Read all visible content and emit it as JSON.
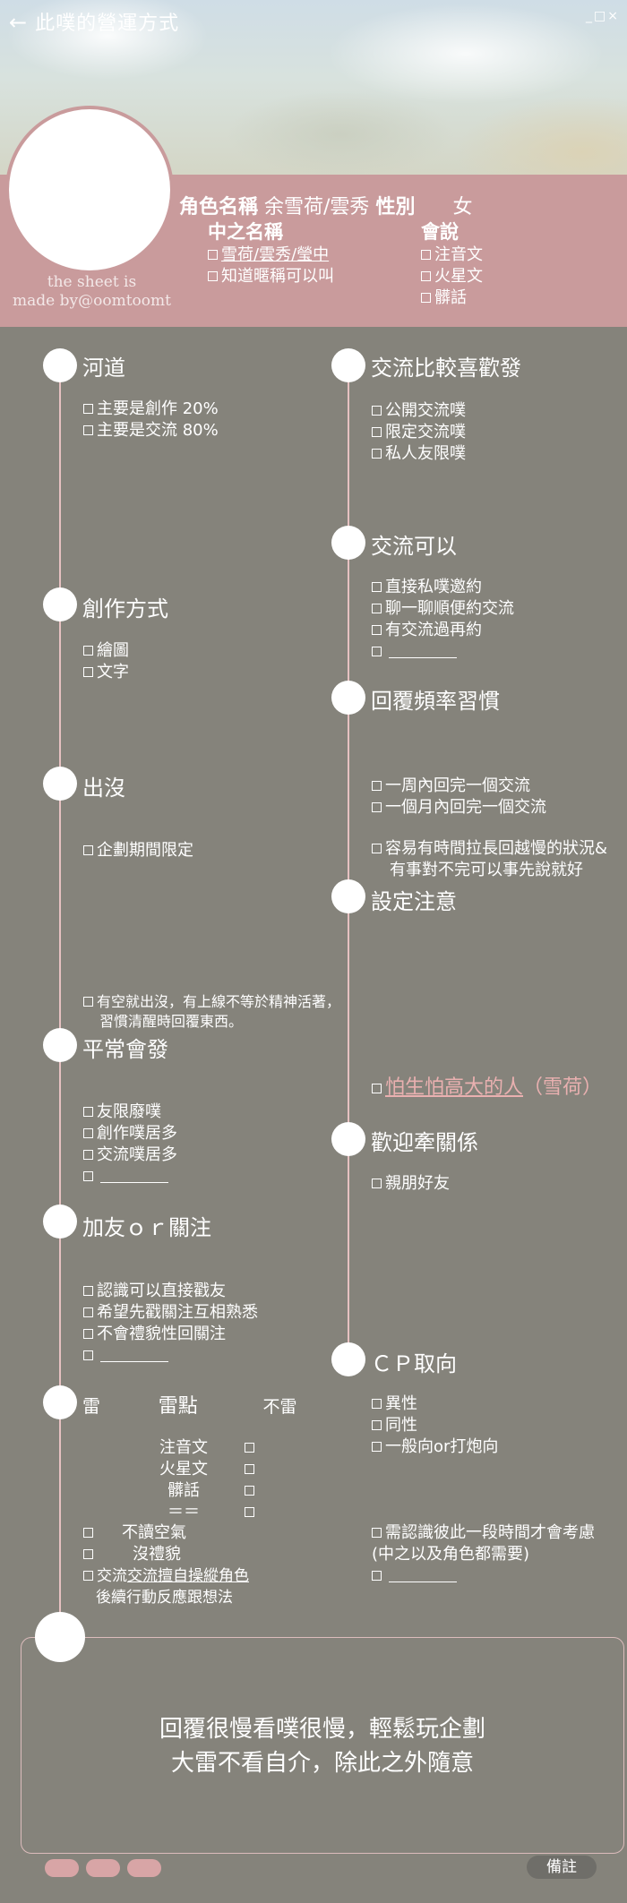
{
  "window": {
    "back_arrow": "←",
    "title": "此噗的營運方式",
    "controls": "_□×"
  },
  "profile": {
    "credit_line1": "the sheet is",
    "credit_line2": "made by@oomtoomt",
    "name_label": "角色名稱",
    "name_value": "余雪荷/雲秀",
    "gender_label": "性別",
    "gender_value": "女",
    "nick": {
      "title": "中之名稱",
      "items": [
        "雪荷/雲秀/瑩中",
        "知道暱稱可以叫"
      ]
    },
    "talk": {
      "title": "會說",
      "items": [
        "注音文",
        "火星文",
        "髒話"
      ]
    }
  },
  "left": {
    "river": {
      "title": "河道",
      "items": [
        "主要是創作 20%",
        "主要是交流 80%"
      ]
    },
    "creation": {
      "title": "創作方式",
      "items": [
        "繪圖",
        "文字"
      ]
    },
    "appear": {
      "title": "出沒",
      "items": [
        "企劃期間限定"
      ],
      "extra1": "有空就出沒，有上線不等於精神活著，",
      "extra2": "習慣清醒時回覆東西。"
    },
    "usual": {
      "title": "平常會發",
      "items": [
        "友限廢噗",
        "創作噗居多",
        "交流噗居多"
      ]
    },
    "friend": {
      "title": "加友ｏｒ關注",
      "items": [
        "認識可以直接戳友",
        "希望先戳關注互相熟悉",
        "不會禮貌性回關注"
      ]
    },
    "thunder": {
      "title": "雷",
      "col_mid": "雷點",
      "col_right": "不雷",
      "rows": [
        "注音文",
        "火星文",
        "髒話",
        "＝＝"
      ],
      "items": [
        "不讀空氣",
        "沒禮貌"
      ],
      "last1": "交流擅自操縱角色",
      "last2": "後續行動反應跟想法"
    }
  },
  "right": {
    "prefer": {
      "title": "交流比較喜歡發",
      "items": [
        "公開交流噗",
        "限定交流噗",
        "私人友限噗"
      ]
    },
    "can": {
      "title": "交流可以",
      "items": [
        "直接私噗邀約",
        "聊一聊順便約交流",
        "有交流過再約"
      ]
    },
    "reply": {
      "title": "回覆頻率習慣",
      "items": [
        "一周內回完一個交流",
        "一個月內回完一個交流"
      ],
      "extra1": "容易有時間拉長回越慢的狀況&",
      "extra2": "有事對不完可以事先說就好"
    },
    "caution": {
      "title": "設定注意",
      "pink_item": "怕生怕高大的人",
      "pink_tail": "（雪荷）"
    },
    "welcome": {
      "title": "歡迎牽關係",
      "items": [
        "親朋好友"
      ]
    },
    "cp": {
      "title": "ＣＰ取向",
      "items": [
        "異性",
        "同性",
        "一般向or打炮向"
      ],
      "extra1": "需認識彼此一段時間才會考慮",
      "extra2": "(中之以及角色都需要)"
    }
  },
  "note": {
    "line1": "回覆很慢看噗很慢，輕鬆玩企劃",
    "line2": "大雷不看自介，除此之外隨意"
  },
  "footer": {
    "remark_button": "備註"
  }
}
